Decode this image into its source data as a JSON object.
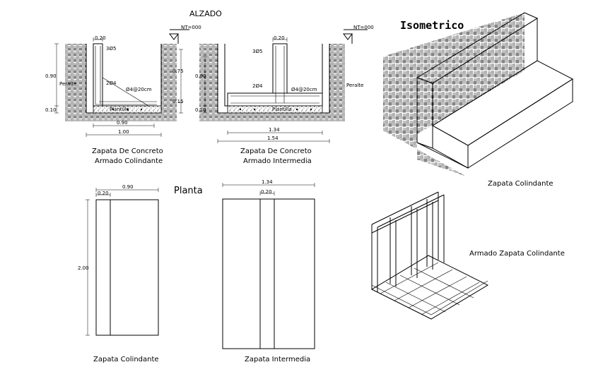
{
  "titles": {
    "alzado": "ALZADO",
    "isometrico": "Isometrico",
    "planta": "Planta"
  },
  "section_left": {
    "dims": {
      "top_w": "0.20",
      "height": "0.90",
      "base_h": "0.10",
      "right_top": "0.75",
      "right_bot": "0.15",
      "inner_w": "0.90",
      "outer_w": "1.00"
    },
    "labels": {
      "peralte": "Peralte",
      "bar_vert": "3Ø5",
      "bar_diag": "2Ø4",
      "stirrup": "Ø4@20cm",
      "plantilla": "Plantilla",
      "nt": "NT=000"
    },
    "caption1": "Zapata De Concreto",
    "caption2": "Armado Colindante"
  },
  "section_mid": {
    "dims": {
      "top_w": "0.20",
      "height": "0.90",
      "base_h": "0.10",
      "inner_w": "1.34",
      "outer_w": "1.54"
    },
    "labels": {
      "peralte": "Peralte",
      "bar_vert": "3Ø5",
      "bar_diag": "2Ø4",
      "stirrup": "Ø4@20cm",
      "plantilla": "Plantilla",
      "nt": "NT=000"
    },
    "caption1": "Zapata De Concreto",
    "caption2": "Armado Intermedia"
  },
  "plan_left": {
    "dim_w": "0.90",
    "dim_col": "0.20",
    "dim_h": "2.00",
    "caption": "Zapata Colindante"
  },
  "plan_mid": {
    "dim_w": "1.34",
    "dim_col": "0.20",
    "caption": "Zapata Intermedia"
  },
  "iso_caption": "Zapata Colindante",
  "rebar_caption": "Armado Zapata Colindante"
}
